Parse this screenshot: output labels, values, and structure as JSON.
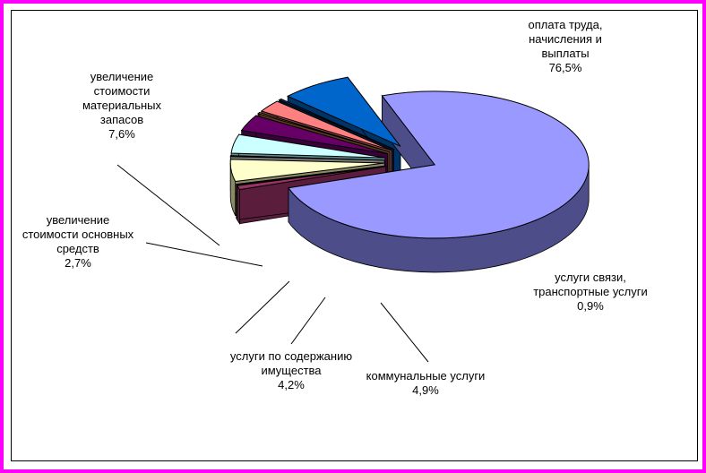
{
  "chart_data": {
    "type": "pie",
    "style": "3d-exploded",
    "legend": "none",
    "slices": [
      {
        "lines": [
          "оплата труда,",
          "начисления  и",
          "выплаты"
        ],
        "pct": "76,5%",
        "value": 76.5,
        "color": "#9999ff",
        "side": "#4d4d8a"
      },
      {
        "lines": [
          "услуги связи,",
          "транспортные услуги"
        ],
        "pct": "0,9%",
        "value": 0.9,
        "color": "#993366",
        "side": "#5a1d3b"
      },
      {
        "lines": [],
        "pct": "",
        "value": 0.2,
        "color": "#ffffff",
        "side": "#9aa0a8"
      },
      {
        "lines": [
          "коммунальные услуги"
        ],
        "pct": "4,9%",
        "value": 4.9,
        "color": "#ffffcc",
        "side": "#8a8a66"
      },
      {
        "lines": [],
        "pct": "",
        "value": 0.2,
        "color": "#cccccc",
        "side": "#777777"
      },
      {
        "lines": [
          "услуги по содержанию",
          "имущества"
        ],
        "pct": "4,2%",
        "value": 4.2,
        "color": "#ccffff",
        "side": "#5f8a8a"
      },
      {
        "lines": [],
        "pct": "",
        "value": 3.6,
        "color": "#660066",
        "side": "#3a003a"
      },
      {
        "lines": [],
        "pct": "",
        "value": 0.3,
        "color": "#996633",
        "side": "#5a3d1e"
      },
      {
        "lines": [
          "увеличение",
          "стоимости основных",
          "средств"
        ],
        "pct": "2,7%",
        "value": 2.7,
        "color": "#ff8080",
        "side": "#8a4545"
      },
      {
        "lines": [],
        "pct": "",
        "value": 0.3,
        "color": "#003366",
        "side": "#001a33"
      },
      {
        "lines": [
          "увеличение",
          "стоимости",
          "материальных",
          "запасов"
        ],
        "pct": "7,6%",
        "value": 7.6,
        "color": "#0066cc",
        "side": "#003366"
      }
    ]
  }
}
